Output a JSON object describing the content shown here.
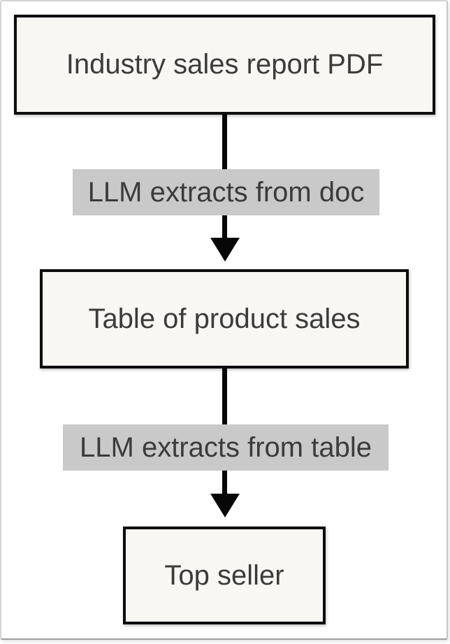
{
  "diagram": {
    "type": "flowchart",
    "direction": "top-down",
    "nodes": [
      {
        "id": "source",
        "label": "Industry sales report PDF"
      },
      {
        "id": "table",
        "label": "Table of product sales"
      },
      {
        "id": "result",
        "label": "Top seller"
      }
    ],
    "edges": [
      {
        "from": "source",
        "to": "table",
        "label": "LLM extracts from doc"
      },
      {
        "from": "table",
        "to": "result",
        "label": "LLM extracts from table"
      }
    ],
    "colors": {
      "node_fill": "#f8f7f4",
      "node_border": "#0d0d0d",
      "edge_label_bg": "#c9c9c9",
      "text": "#3b3b3b",
      "arrow": "#070707",
      "frame_border": "#d4d4d4",
      "frame_shadow": "#9e9e9e"
    }
  }
}
